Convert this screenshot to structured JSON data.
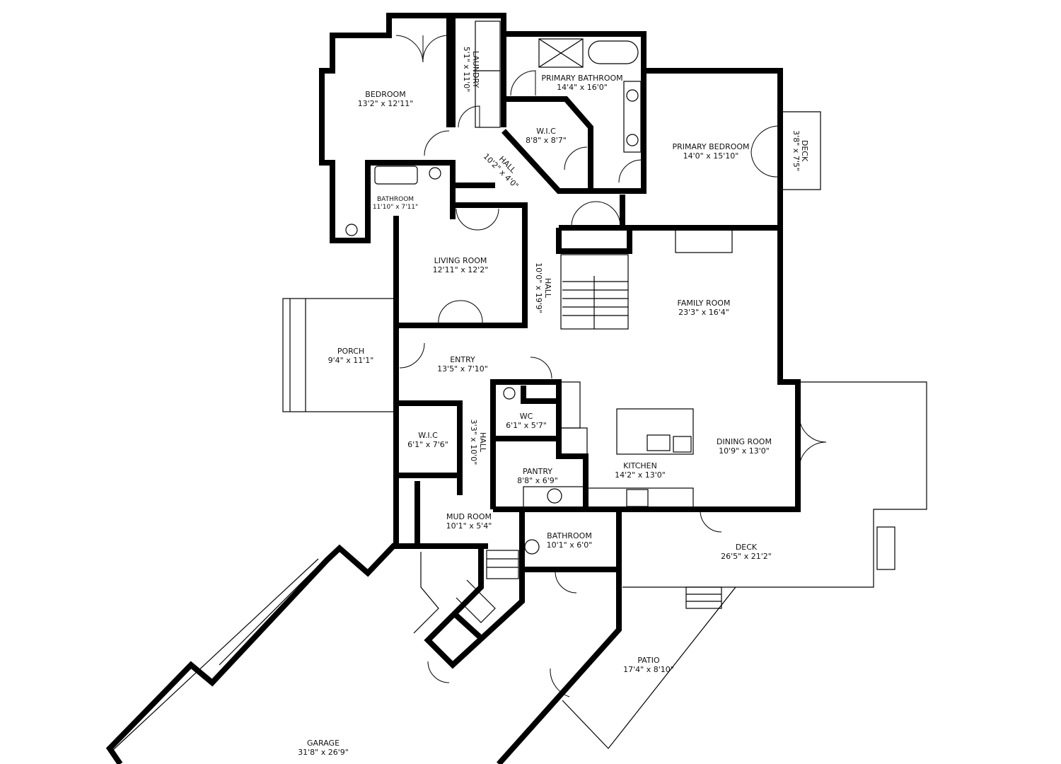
{
  "floorplan": {
    "rooms": [
      {
        "name": "BEDROOM",
        "size": "13'2\" x 12'11\""
      },
      {
        "name": "LAUNDRY",
        "size": "5'1\" x 11'0\""
      },
      {
        "name": "PRIMARY BATHROOM",
        "size": "14'4\" x 16'0\""
      },
      {
        "name": "W.I.C",
        "size": "8'8\" x 8'7\""
      },
      {
        "name": "PRIMARY BEDROOM",
        "size": "14'0\" x 15'10\""
      },
      {
        "name": "DECK",
        "size": "3'8\" x 7'5\""
      },
      {
        "name": "HALL",
        "size": "10'2\" x 4'0\""
      },
      {
        "name": "BATHROOM",
        "size": "11'10\" x 7'11\""
      },
      {
        "name": "LIVING ROOM",
        "size": "12'11\" x 12'2\""
      },
      {
        "name": "HALL",
        "size": "10'0\" x 19'9\""
      },
      {
        "name": "FAMILY ROOM",
        "size": "23'3\" x 16'4\""
      },
      {
        "name": "PORCH",
        "size": "9'4\" x 11'1\""
      },
      {
        "name": "ENTRY",
        "size": "13'5\" x 7'10\""
      },
      {
        "name": "WC",
        "size": "6'1\" x 5'7\""
      },
      {
        "name": "W.I.C",
        "size": "6'1\" x 7'6\""
      },
      {
        "name": "HALL",
        "size": "3'3\" x 10'0\""
      },
      {
        "name": "DINING ROOM",
        "size": "10'9\" x 13'0\""
      },
      {
        "name": "PANTRY",
        "size": "8'8\" x 6'9\""
      },
      {
        "name": "KITCHEN",
        "size": "14'2\" x 13'0\""
      },
      {
        "name": "MUD ROOM",
        "size": "10'1\" x 5'4\""
      },
      {
        "name": "BATHROOM",
        "size": "10'1\" x 6'0\""
      },
      {
        "name": "DECK",
        "size": "26'5\" x 21'2\""
      },
      {
        "name": "PATIO",
        "size": "17'4\" x 8'10\""
      },
      {
        "name": "GARAGE",
        "size": "31'8\" x 26'9\""
      }
    ]
  }
}
